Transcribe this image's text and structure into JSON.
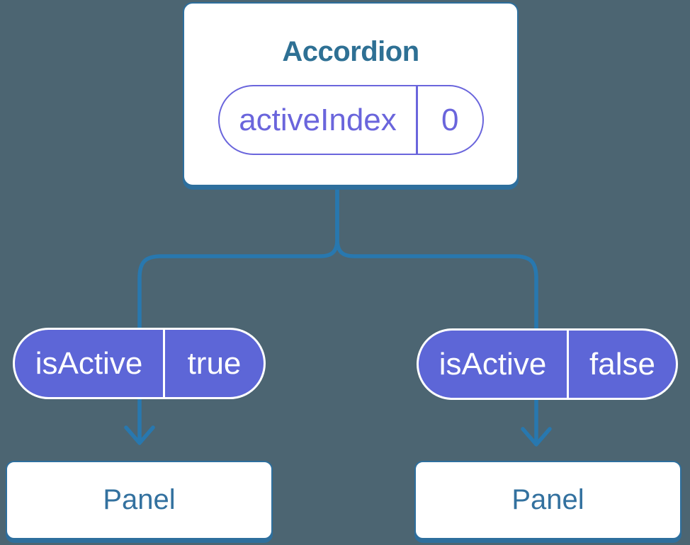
{
  "tree": {
    "root": {
      "title": "Accordion",
      "state": {
        "name": "activeIndex",
        "value": "0"
      }
    },
    "children": [
      {
        "prop": {
          "name": "isActive",
          "value": "true"
        },
        "label": "Panel"
      },
      {
        "prop": {
          "name": "isActive",
          "value": "false"
        },
        "label": "Panel"
      }
    ]
  },
  "colors": {
    "background": "#4C6572",
    "card_bg": "#FFFFFF",
    "card_border": "#2E6F9D",
    "connector": "#2878AF",
    "pill_fill": "#5D66D7",
    "pill_outline": "#6A65DC",
    "pill_text_on_fill": "#FFFFFF",
    "root_title_text": "#2E7094",
    "panel_text": "#33719F"
  }
}
